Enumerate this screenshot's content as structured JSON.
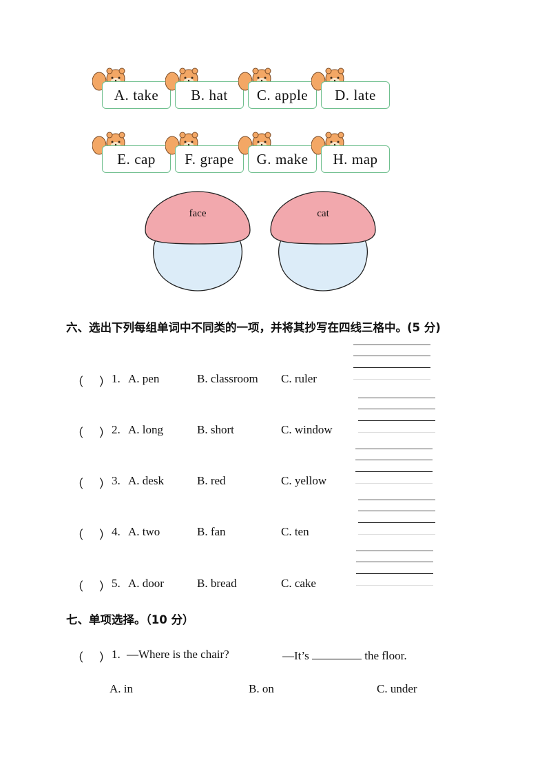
{
  "cards_row1": [
    {
      "letter": "A.",
      "word": "take"
    },
    {
      "letter": "B.",
      "word": "hat"
    },
    {
      "letter": "C.",
      "word": "apple"
    },
    {
      "letter": "D.",
      "word": "late"
    }
  ],
  "cards_row2": [
    {
      "letter": "E.",
      "word": "cap"
    },
    {
      "letter": "F.",
      "word": "grape"
    },
    {
      "letter": "G.",
      "word": "make"
    },
    {
      "letter": "H.",
      "word": "map"
    }
  ],
  "mushrooms": [
    {
      "label": "face",
      "cap_color": "#f2a8ad"
    },
    {
      "label": "cat",
      "cap_color": "#f2a8ad"
    }
  ],
  "section6": {
    "title": "六、选出下列每组单词中不同类的一项，并将其抄写在四线三格中。(5 分)",
    "questions": [
      {
        "paren_open": "（",
        "paren_close": "）",
        "num": "1.",
        "a": "A.  pen",
        "b": "B. classroom",
        "c": "C. ruler"
      },
      {
        "paren_open": "（",
        "paren_close": "）",
        "num": "2.",
        "a": "A.  long",
        "b": "B. short",
        "c": "C. window"
      },
      {
        "paren_open": "（",
        "paren_close": "）",
        "num": "3.",
        "a": "A.  desk",
        "b": "B. red",
        "c": "C. yellow"
      },
      {
        "paren_open": "（",
        "paren_close": "）",
        "num": "4.",
        "a": "A.  two",
        "b": "B. fan",
        "c": "C. ten"
      },
      {
        "paren_open": "（",
        "paren_close": "）",
        "num": "5.",
        "a": "A.  door",
        "b": "B. bread",
        "c": "C. cake"
      }
    ]
  },
  "section7": {
    "title": "七、单项选择。（10 分）",
    "q1": {
      "paren_open": "（",
      "paren_close": "）",
      "num": "1.",
      "question": "—Where  is  the  chair?",
      "answer_pre": "—It’s",
      "answer_post": "the floor.",
      "a": "A.  in",
      "b": "B.  on",
      "c": "C.  under"
    }
  },
  "colors": {
    "card_border": "#6fbf8e",
    "squirrel": "#f3a765",
    "mushroom_cap": "#f2a8ad",
    "mushroom_stem": "#dcecf8"
  }
}
